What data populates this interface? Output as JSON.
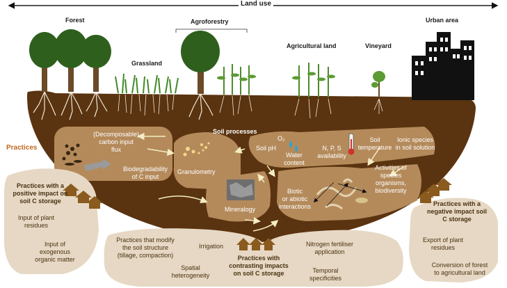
{
  "header": {
    "title": "Land use"
  },
  "land_uses": {
    "forest": "Forest",
    "grassland": "Grassland",
    "agroforestry": "Agroforestry",
    "agricultural": "Agricultural land",
    "vineyard": "Vineyard",
    "urban": "Urban area"
  },
  "soil": {
    "title": "Soil processes",
    "carbon_input": "(Decomposable)\ncarbon input\nflux",
    "biodegradability": "Biodegradability\nof C input",
    "granulometry": "Granulometry",
    "mineralogy": "Mineralogy",
    "ph": "Soil pH",
    "o2": "O₂",
    "water": "Water\ncontent",
    "nps": "N, P, S\navailability",
    "temperature": "Soil\ntemperature",
    "ionic": "Ionic species\nin soil solution",
    "interactions": "Biotic\nor abiotic\ninteractions",
    "activities": "Activities of\nspecies\norganisms,\nbiodiversity"
  },
  "practices": {
    "title": "Practices",
    "positive": {
      "title": "Practices with a\npositive impact on\nsoil C storage",
      "items": [
        "Input of plant\nresidues",
        "Input of\nexogenous\norganic matter"
      ]
    },
    "negative": {
      "title": "Practices with a\nnegative impact soil\nC storage",
      "items": [
        "Export of plant\nresidues",
        "Conversion of forest\nto agricultural land"
      ]
    },
    "contrasting": {
      "title": "Practices with\ncontrasting impacts\non soil C storage",
      "items": [
        "Practices that modify\nthe soil structure\n(tillage, compaction)",
        "Irrigation",
        "Spatial\nheterogeneity",
        "Nitrogen fertiliser\napplication",
        "Temporal\nspecificities"
      ]
    }
  },
  "colors": {
    "soil": "#5a3310",
    "soil_box": "#b48a5b",
    "practice_box": "#e6d8c4",
    "orange_title": "#c2691d",
    "arrow": "#8a5a1e",
    "tree": "#2f5f1d",
    "building": "#111111"
  }
}
